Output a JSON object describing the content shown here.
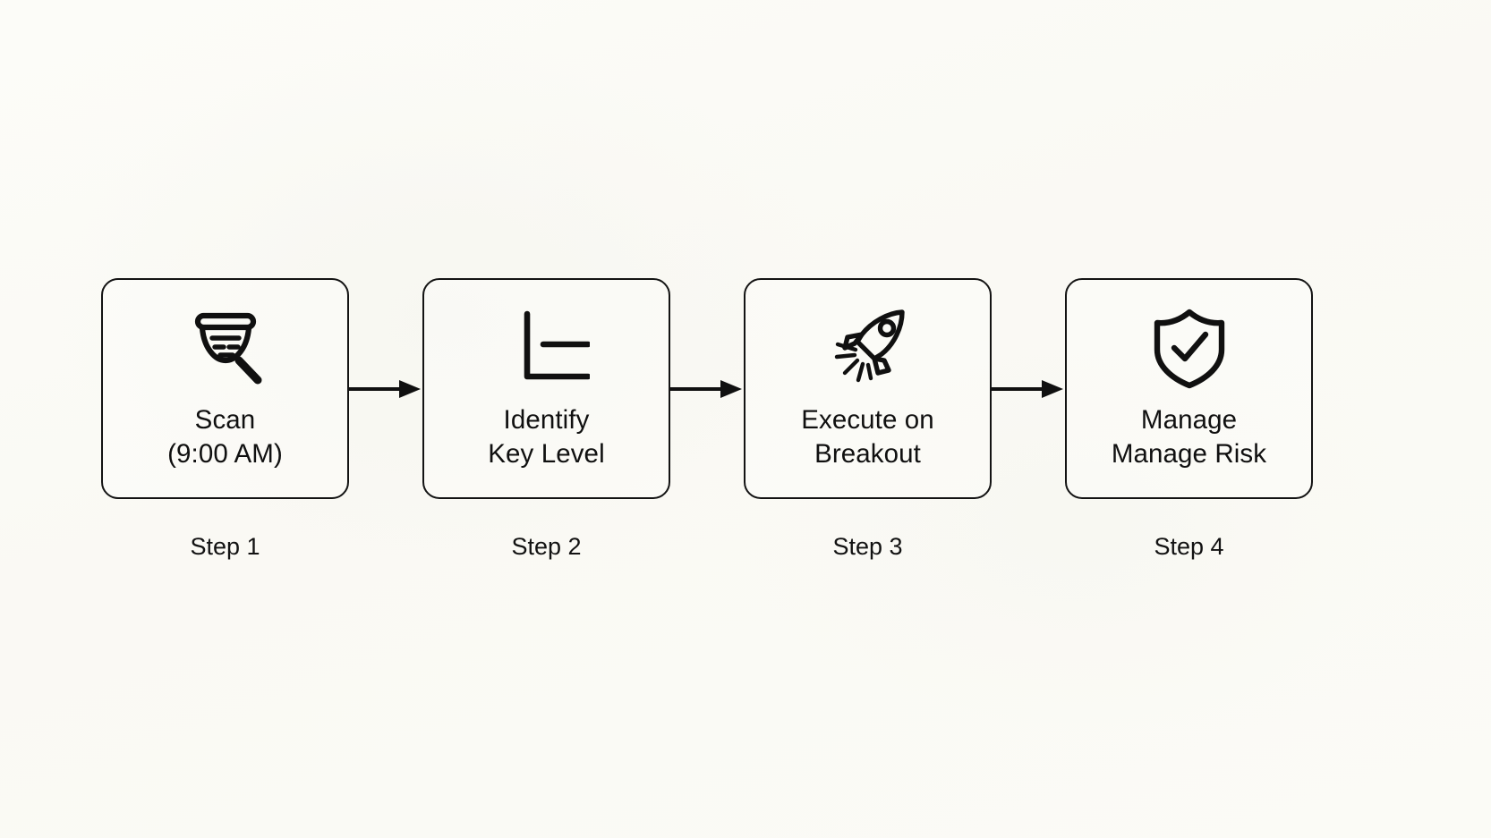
{
  "diagram": {
    "type": "horizontal-process-flow",
    "background_color": "#fbfbf6",
    "stroke_color": "#131313",
    "step_count": 4,
    "connector_icon": "arrow-right-icon",
    "steps": [
      {
        "caption": "Step 1",
        "icon": "funnel-search-icon",
        "label_line1": "Scan",
        "label_line2": "(9:00 AM)"
      },
      {
        "caption": "Step 2",
        "icon": "chart-axis-level-icon",
        "label_line1": "Identify",
        "label_line2": "Key Level"
      },
      {
        "caption": "Step 3",
        "icon": "rocket-launch-icon",
        "label_line1": "Execute on",
        "label_line2": "Breakout"
      },
      {
        "caption": "Step 4",
        "icon": "shield-check-icon",
        "label_line1": "Manage",
        "label_line2": "Manage Risk"
      }
    ]
  }
}
